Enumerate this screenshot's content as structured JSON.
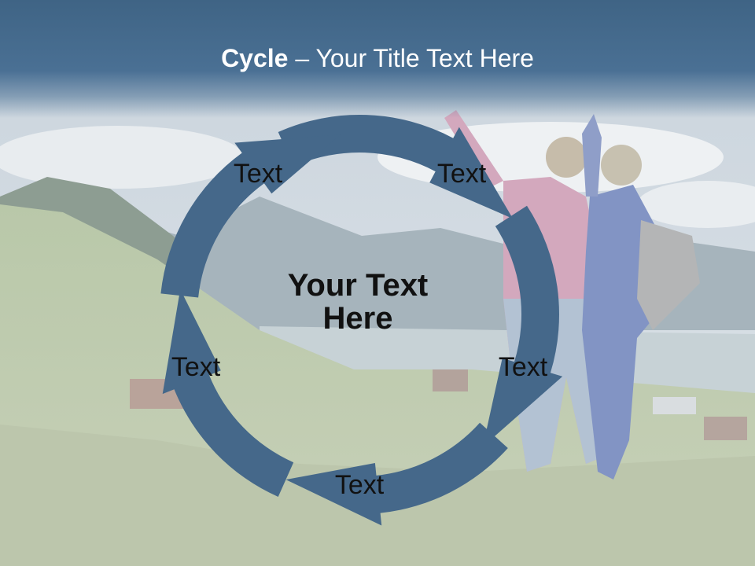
{
  "title": {
    "strong": "Cycle",
    "rest": " – Your Title Text Here"
  },
  "center": {
    "line1": "Your Text",
    "line2": "Here"
  },
  "nodes": [
    {
      "label": "Text"
    },
    {
      "label": "Text"
    },
    {
      "label": "Text"
    },
    {
      "label": "Text"
    },
    {
      "label": "Text"
    }
  ],
  "colors": {
    "arrow": "#45688a",
    "title_bar": "#45688a",
    "text": "#111111",
    "title_text": "#ffffff"
  },
  "background": "photo-hikers-meadow-lake-mountains"
}
